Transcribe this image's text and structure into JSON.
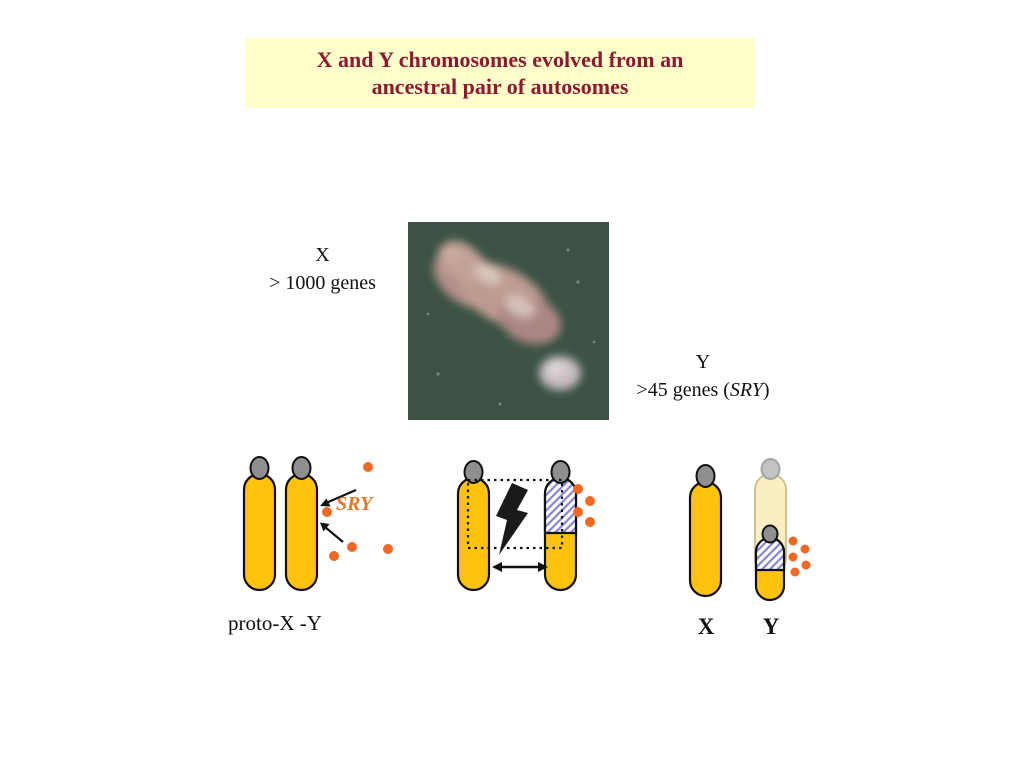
{
  "slide": {
    "title": {
      "line1": "X and Y chromosomes evolved from an",
      "line2": "ancestral pair of autosomes"
    },
    "photo_labels": {
      "x_name": "X",
      "x_genes": "> 1000 genes",
      "y_name": "Y",
      "y_genes_prefix": ">45 genes (",
      "y_genes_gene": "SRY",
      "y_genes_suffix": ")"
    },
    "diagram_labels": {
      "sry": "SRY",
      "proto_pair": "proto-X -Y",
      "x_final": "X",
      "y_final": "Y"
    },
    "colors": {
      "chromosome_yellow": "#FFC20D",
      "gene_dot_orange": "#F26822",
      "title_background": "#FFFFCB",
      "title_text": "#8E1A32",
      "sry_text": "#E87722",
      "hatch_stripe": "#8585CF",
      "centromere_gray": "#8F8F8F",
      "photo_background": "#3C5244",
      "ghost_yellow": "#F8ECB4"
    }
  }
}
